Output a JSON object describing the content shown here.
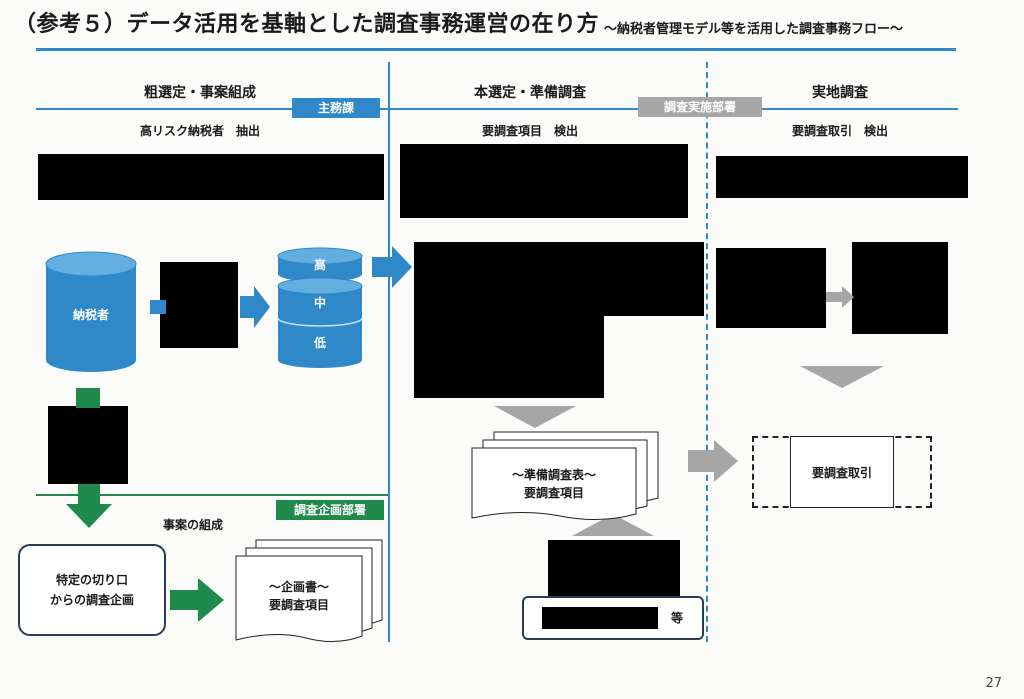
{
  "title": "（参考５）データ活用を基軸とした調査事務運営の在り方",
  "subtitle": "～納税者管理モデル等を活用した調査事務フロー～",
  "columns": [
    {
      "heading": "粗選定・事案組成",
      "subheading": "高リスク納税者　抽出"
    },
    {
      "heading": "本選定・準備調査",
      "subheading": "要調査項目　検出"
    },
    {
      "heading": "実地調査",
      "subheading": "要調査取引　検出"
    }
  ],
  "tags": {
    "main_section": "主務課",
    "implementation_dept": "調査実施部署",
    "planning_dept": "調査企画部署"
  },
  "taxpayer_db": "納税者",
  "risk_levels": [
    "高",
    "中",
    "低"
  ],
  "case_formation_label": "事案の組成",
  "special_angle": "特定の切り口\nからの調査企画",
  "plan_doc": {
    "line1": "～企画書～",
    "line2": "要調査項目"
  },
  "prep_doc": {
    "line1": "～準備調査表～",
    "line2": "要調査項目"
  },
  "etc_label": "等",
  "target_transaction": "要調査取引",
  "page_number": "27",
  "colors": {
    "blue": "#2f88c8",
    "green": "#1f8a4c",
    "gray": "#a6a6a6",
    "navy": "#2b3a55"
  }
}
